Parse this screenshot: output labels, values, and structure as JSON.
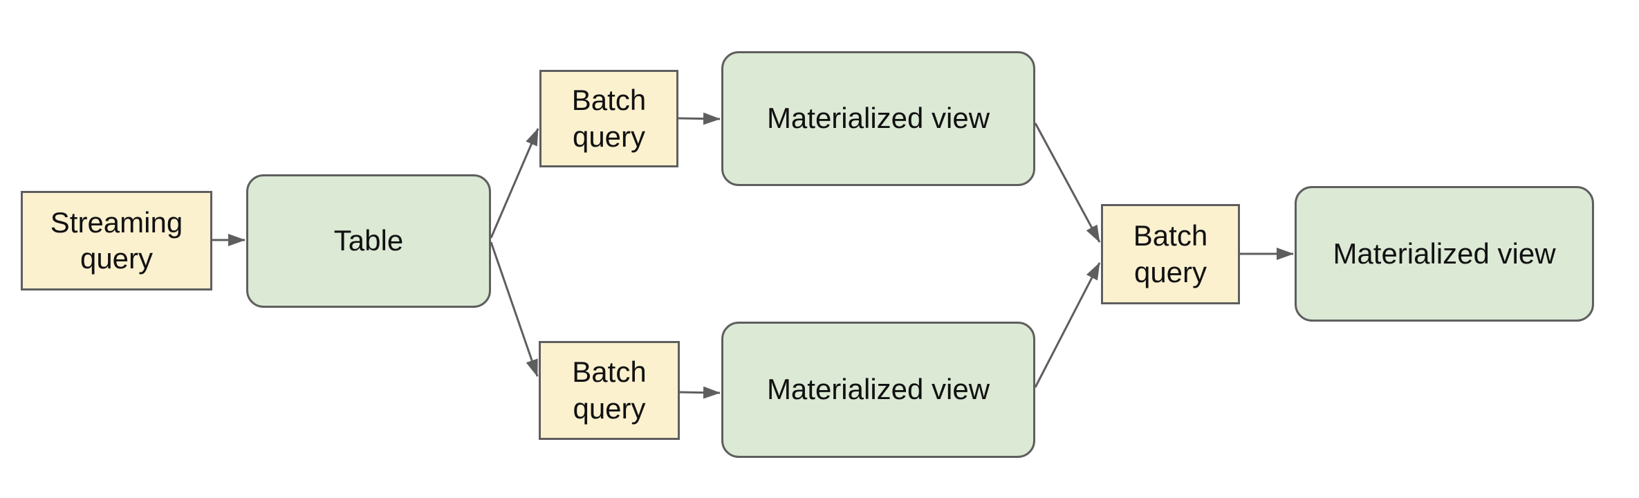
{
  "diagram": {
    "description": "Streaming and batch query pipeline flowchart",
    "background": "#ffffff",
    "colors": {
      "query_node_fill": "#fbf1cf",
      "data_node_fill": "#dce9d5",
      "node_border": "#5e5e5e",
      "arrow": "#5e5e5e",
      "text": "#111111"
    },
    "nodes": [
      {
        "id": "streaming-query",
        "label": "Streaming query",
        "kind": "query",
        "shape": "rectangle"
      },
      {
        "id": "table",
        "label": "Table",
        "kind": "data",
        "shape": "rounded-rectangle"
      },
      {
        "id": "batch-query-top",
        "label": "Batch query",
        "kind": "query",
        "shape": "rectangle"
      },
      {
        "id": "materialized-view-top",
        "label": "Materialized view",
        "kind": "data",
        "shape": "rounded-rectangle"
      },
      {
        "id": "batch-query-bottom",
        "label": "Batch query",
        "kind": "query",
        "shape": "rectangle"
      },
      {
        "id": "materialized-view-bottom",
        "label": "Materialized view",
        "kind": "data",
        "shape": "rounded-rectangle"
      },
      {
        "id": "batch-query-final",
        "label": "Batch query",
        "kind": "query",
        "shape": "rectangle"
      },
      {
        "id": "materialized-view-final",
        "label": "Materialized view",
        "kind": "data",
        "shape": "rounded-rectangle"
      }
    ],
    "edges": [
      {
        "from": "streaming-query",
        "to": "table"
      },
      {
        "from": "table",
        "to": "batch-query-top"
      },
      {
        "from": "table",
        "to": "batch-query-bottom"
      },
      {
        "from": "batch-query-top",
        "to": "materialized-view-top"
      },
      {
        "from": "batch-query-bottom",
        "to": "materialized-view-bottom"
      },
      {
        "from": "materialized-view-top",
        "to": "batch-query-final"
      },
      {
        "from": "materialized-view-bottom",
        "to": "batch-query-final"
      },
      {
        "from": "batch-query-final",
        "to": "materialized-view-final"
      }
    ]
  }
}
